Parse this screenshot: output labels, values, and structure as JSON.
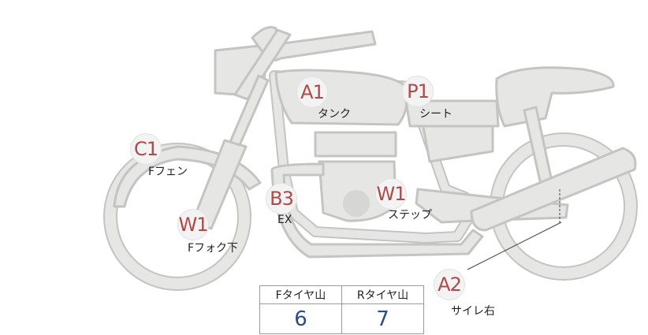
{
  "markers": {
    "a1": {
      "code": "A1",
      "label": "タンク"
    },
    "p1": {
      "code": "P1",
      "label": "シート"
    },
    "c1": {
      "code": "C1",
      "label": "Fフェン"
    },
    "b3": {
      "code": "B3",
      "label": "EX"
    },
    "w1_step": {
      "code": "W1",
      "label": "ステップ"
    },
    "w1_fork": {
      "code": "W1",
      "label": "Fフォク下"
    },
    "a2": {
      "code": "A2",
      "label": "サイレ右"
    }
  },
  "tread": {
    "front_header": "Fタイヤ山",
    "rear_header": "Rタイヤ山",
    "front_value": "6",
    "rear_value": "7"
  },
  "colors": {
    "bike_fill": "#e6e6e4",
    "bike_stroke": "#c4c4c2",
    "marker_text": "#b04a4a",
    "value_text": "#2d4a8a"
  }
}
